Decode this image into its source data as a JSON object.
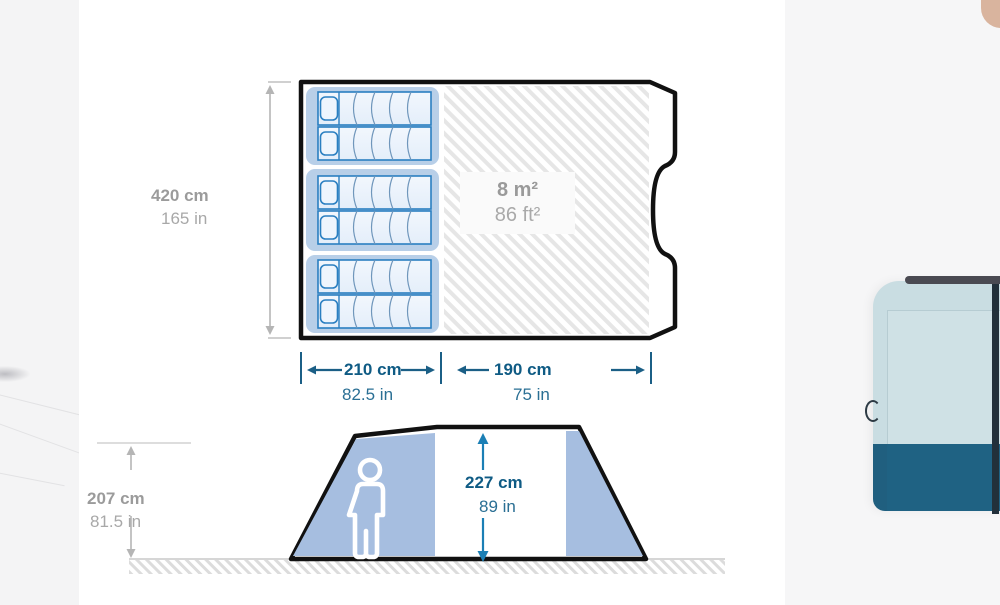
{
  "view_type": "tent-dimension-schematic",
  "colors": {
    "outline": "#1a1a1a",
    "mat_fill": "#eaf2fb",
    "mat_stroke": "#2a7fc1",
    "sleeping_zone": "#b8cfe8",
    "hatch_grey": "#e2e2e2",
    "dim_blue": "#0f5b84",
    "dim_grey": "#9b9b9b",
    "side_panel_blue": "#a6bee0",
    "bag_light": "#cfe1e5",
    "bag_dark": "#1f6283"
  },
  "floorplan": {
    "name": "top-down floor plan",
    "length": {
      "metric": "420 cm",
      "imperial": "165 in"
    },
    "bedroom_width": {
      "metric": "210 cm",
      "imperial": "82.5 in"
    },
    "living_width": {
      "metric": "190 cm",
      "imperial": "75 in"
    },
    "living_area": {
      "metric": "8 m²",
      "imperial": "86 ft²"
    },
    "sleeping_zones": 3,
    "mats_per_zone": 2,
    "total_mats": 6
  },
  "sideview": {
    "name": "side elevation",
    "side_height": {
      "metric": "207 cm",
      "imperial": "81.5 in"
    },
    "peak_height": {
      "metric": "227 cm",
      "imperial": "89 in"
    },
    "person_icon": "person-standing-icon",
    "ground_label": "ground-hatching"
  },
  "carousel": {
    "left_sliver": "previous-slide-sliver",
    "right_sliver": "next-slide-product-photo"
  }
}
